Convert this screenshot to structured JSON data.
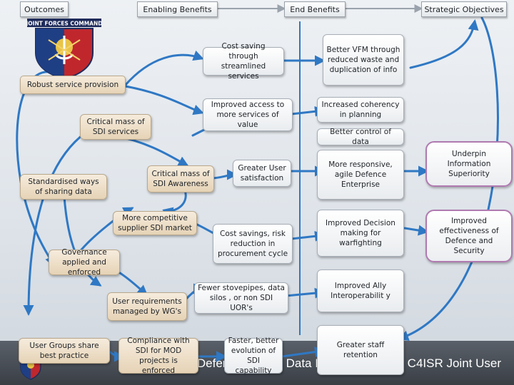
{
  "headers": {
    "outcomes": "Outcomes",
    "enabling": "Enabling Benefits",
    "end": "End Benefits",
    "strategic": "Strategic Objectives"
  },
  "logo": {
    "text": "JOINT FORCES COMMAND",
    "icon": "joint-forces-command-crest"
  },
  "outcomes": {
    "robust": "Robust service provision",
    "critical_mass_services": "Critical mass of SDI services",
    "standardised": "Standardised ways of sharing data",
    "governance": "Governance applied and enforced",
    "user_groups": "User Groups share best practice"
  },
  "enabling": {
    "critical_mass_awareness": "Critical mass of SDI Awareness",
    "competitive": "More competitive supplier SDI market",
    "user_requirements": "User requirements managed by WG's",
    "compliance": "Compliance with SDI for MOD projects is enforced",
    "cost_saving": "Cost saving through streamlined services",
    "improved_access": "Improved access to more services of value",
    "satisfaction": "Greater User satisfaction",
    "cost_savings_risk": "Cost savings, risk reduction in procurement cycle",
    "stovepipes": "Fewer stovepipes, data silos , or non SDI UOR's",
    "faster": "Faster, better evolution of SDI capability"
  },
  "end": {
    "vfm": "Better VFM through reduced waste and duplication of info",
    "coherency": "Increased coherency in planning",
    "control": "Better control of data",
    "responsive": "More responsive, agile Defence Enterprise",
    "decision": "Improved Decision making for warfighting",
    "ally": "Improved Ally Interoperabilit y",
    "staff": "Greater staff retention"
  },
  "strategic": {
    "superiority": "Underpin Information Superiority",
    "effectiveness": "Improved effectiveness of Defence and Security"
  },
  "footer": {
    "text": "Defence Spatial Data Infrastructure for C4ISR Joint User"
  },
  "colors": {
    "arrow": "#2f78c4",
    "enabling_fill": "#e6d3b6",
    "strategic_border": "#b07ab0",
    "band": "#3a3f46"
  }
}
